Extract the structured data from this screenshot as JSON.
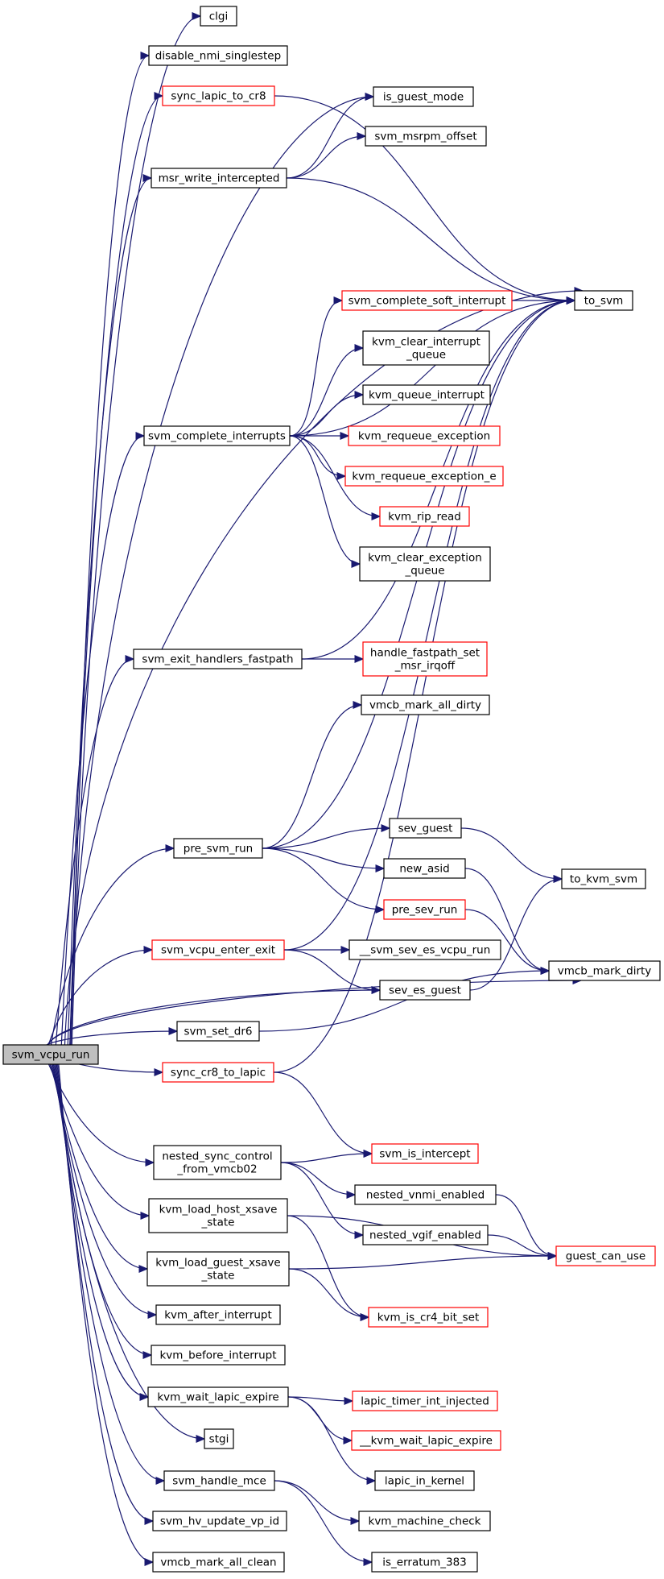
{
  "diagram": {
    "root": "svm_vcpu_run",
    "nodes": [
      {
        "id": "svm_vcpu_run",
        "lines": [
          "svm_vcpu_run"
        ],
        "root": true
      },
      {
        "id": "clgi",
        "lines": [
          "clgi"
        ]
      },
      {
        "id": "disable_nmi_singlestep",
        "lines": [
          "disable_nmi_singlestep"
        ]
      },
      {
        "id": "sync_lapic_to_cr8",
        "lines": [
          "sync_lapic_to_cr8"
        ],
        "red": true
      },
      {
        "id": "is_guest_mode",
        "lines": [
          "is_guest_mode"
        ]
      },
      {
        "id": "svm_msrpm_offset",
        "lines": [
          "svm_msrpm_offset"
        ]
      },
      {
        "id": "msr_write_intercepted",
        "lines": [
          "msr_write_intercepted"
        ]
      },
      {
        "id": "to_svm",
        "lines": [
          "to_svm"
        ]
      },
      {
        "id": "svm_complete_soft_interrupt",
        "lines": [
          "svm_complete_soft_interrupt"
        ],
        "red": true
      },
      {
        "id": "kvm_clear_interrupt_queue",
        "lines": [
          "kvm_clear_interrupt",
          "_queue"
        ]
      },
      {
        "id": "kvm_queue_interrupt",
        "lines": [
          "kvm_queue_interrupt"
        ]
      },
      {
        "id": "svm_complete_interrupts",
        "lines": [
          "svm_complete_interrupts"
        ]
      },
      {
        "id": "kvm_requeue_exception",
        "lines": [
          "kvm_requeue_exception"
        ],
        "red": true
      },
      {
        "id": "kvm_requeue_exception_e",
        "lines": [
          "kvm_requeue_exception_e"
        ],
        "red": true
      },
      {
        "id": "kvm_rip_read",
        "lines": [
          "kvm_rip_read"
        ],
        "red": true
      },
      {
        "id": "kvm_clear_exception_queue",
        "lines": [
          "kvm_clear_exception",
          "_queue"
        ]
      },
      {
        "id": "svm_exit_handlers_fastpath",
        "lines": [
          "svm_exit_handlers_fastpath"
        ]
      },
      {
        "id": "handle_fastpath_set_msr_irqoff",
        "lines": [
          "handle_fastpath_set",
          "_msr_irqoff"
        ],
        "red": true
      },
      {
        "id": "vmcb_mark_all_dirty",
        "lines": [
          "vmcb_mark_all_dirty"
        ]
      },
      {
        "id": "pre_svm_run",
        "lines": [
          "pre_svm_run"
        ]
      },
      {
        "id": "sev_guest",
        "lines": [
          "sev_guest"
        ]
      },
      {
        "id": "to_kvm_svm",
        "lines": [
          "to_kvm_svm"
        ]
      },
      {
        "id": "new_asid",
        "lines": [
          "new_asid"
        ]
      },
      {
        "id": "pre_sev_run",
        "lines": [
          "pre_sev_run"
        ],
        "red": true
      },
      {
        "id": "svm_vcpu_enter_exit",
        "lines": [
          "svm_vcpu_enter_exit"
        ],
        "red": true
      },
      {
        "id": "__svm_sev_es_vcpu_run",
        "lines": [
          "__svm_sev_es_vcpu_run"
        ]
      },
      {
        "id": "vmcb_mark_dirty",
        "lines": [
          "vmcb_mark_dirty"
        ]
      },
      {
        "id": "sev_es_guest",
        "lines": [
          "sev_es_guest"
        ]
      },
      {
        "id": "svm_set_dr6",
        "lines": [
          "svm_set_dr6"
        ]
      },
      {
        "id": "sync_cr8_to_lapic",
        "lines": [
          "sync_cr8_to_lapic"
        ],
        "red": true
      },
      {
        "id": "nested_sync_control_from_vmcb02",
        "lines": [
          "nested_sync_control",
          "_from_vmcb02"
        ]
      },
      {
        "id": "svm_is_intercept",
        "lines": [
          "svm_is_intercept"
        ],
        "red": true
      },
      {
        "id": "nested_vnmi_enabled",
        "lines": [
          "nested_vnmi_enabled"
        ]
      },
      {
        "id": "kvm_load_host_xsave_state",
        "lines": [
          "kvm_load_host_xsave",
          "_state"
        ]
      },
      {
        "id": "nested_vgif_enabled",
        "lines": [
          "nested_vgif_enabled"
        ]
      },
      {
        "id": "guest_can_use",
        "lines": [
          "guest_can_use"
        ],
        "red": true
      },
      {
        "id": "kvm_load_guest_xsave_state",
        "lines": [
          "kvm_load_guest_xsave",
          "_state"
        ]
      },
      {
        "id": "kvm_is_cr4_bit_set",
        "lines": [
          "kvm_is_cr4_bit_set"
        ],
        "red": true
      },
      {
        "id": "kvm_after_interrupt",
        "lines": [
          "kvm_after_interrupt"
        ]
      },
      {
        "id": "kvm_before_interrupt",
        "lines": [
          "kvm_before_interrupt"
        ]
      },
      {
        "id": "kvm_wait_lapic_expire",
        "lines": [
          "kvm_wait_lapic_expire"
        ]
      },
      {
        "id": "lapic_timer_int_injected",
        "lines": [
          "lapic_timer_int_injected"
        ],
        "red": true
      },
      {
        "id": "__kvm_wait_lapic_expire",
        "lines": [
          "__kvm_wait_lapic_expire"
        ],
        "red": true
      },
      {
        "id": "stgi",
        "lines": [
          "stgi"
        ]
      },
      {
        "id": "lapic_in_kernel",
        "lines": [
          "lapic_in_kernel"
        ]
      },
      {
        "id": "svm_handle_mce",
        "lines": [
          "svm_handle_mce"
        ]
      },
      {
        "id": "kvm_machine_check",
        "lines": [
          "kvm_machine_check"
        ]
      },
      {
        "id": "svm_hv_update_vp_id",
        "lines": [
          "svm_hv_update_vp_id"
        ]
      },
      {
        "id": "is_erratum_383",
        "lines": [
          "is_erratum_383"
        ]
      },
      {
        "id": "vmcb_mark_all_clean",
        "lines": [
          "vmcb_mark_all_clean"
        ]
      }
    ],
    "edges": [
      [
        "svm_vcpu_run",
        "clgi"
      ],
      [
        "svm_vcpu_run",
        "disable_nmi_singlestep"
      ],
      [
        "svm_vcpu_run",
        "sync_lapic_to_cr8"
      ],
      [
        "svm_vcpu_run",
        "is_guest_mode"
      ],
      [
        "svm_vcpu_run",
        "msr_write_intercepted"
      ],
      [
        "svm_vcpu_run",
        "to_svm"
      ],
      [
        "svm_vcpu_run",
        "svm_complete_interrupts"
      ],
      [
        "svm_vcpu_run",
        "svm_exit_handlers_fastpath"
      ],
      [
        "svm_vcpu_run",
        "pre_svm_run"
      ],
      [
        "svm_vcpu_run",
        "svm_vcpu_enter_exit"
      ],
      [
        "svm_vcpu_run",
        "sev_es_guest"
      ],
      [
        "svm_vcpu_run",
        "svm_set_dr6"
      ],
      [
        "svm_vcpu_run",
        "sync_cr8_to_lapic"
      ],
      [
        "svm_vcpu_run",
        "vmcb_mark_dirty"
      ],
      [
        "svm_vcpu_run",
        "nested_sync_control_from_vmcb02"
      ],
      [
        "svm_vcpu_run",
        "kvm_load_host_xsave_state"
      ],
      [
        "svm_vcpu_run",
        "kvm_load_guest_xsave_state"
      ],
      [
        "svm_vcpu_run",
        "kvm_after_interrupt"
      ],
      [
        "svm_vcpu_run",
        "kvm_before_interrupt"
      ],
      [
        "svm_vcpu_run",
        "kvm_wait_lapic_expire"
      ],
      [
        "svm_vcpu_run",
        "stgi"
      ],
      [
        "svm_vcpu_run",
        "svm_handle_mce"
      ],
      [
        "svm_vcpu_run",
        "svm_hv_update_vp_id"
      ],
      [
        "svm_vcpu_run",
        "vmcb_mark_all_clean"
      ],
      [
        "sync_lapic_to_cr8",
        "to_svm"
      ],
      [
        "msr_write_intercepted",
        "is_guest_mode"
      ],
      [
        "msr_write_intercepted",
        "svm_msrpm_offset"
      ],
      [
        "msr_write_intercepted",
        "to_svm"
      ],
      [
        "svm_complete_interrupts",
        "to_svm"
      ],
      [
        "svm_complete_interrupts",
        "svm_complete_soft_interrupt"
      ],
      [
        "svm_complete_interrupts",
        "kvm_clear_interrupt_queue"
      ],
      [
        "svm_complete_interrupts",
        "kvm_queue_interrupt"
      ],
      [
        "svm_complete_interrupts",
        "kvm_requeue_exception"
      ],
      [
        "svm_complete_interrupts",
        "kvm_requeue_exception_e"
      ],
      [
        "svm_complete_interrupts",
        "kvm_rip_read"
      ],
      [
        "svm_complete_interrupts",
        "kvm_clear_exception_queue"
      ],
      [
        "svm_complete_soft_interrupt",
        "to_svm"
      ],
      [
        "svm_exit_handlers_fastpath",
        "to_svm"
      ],
      [
        "svm_exit_handlers_fastpath",
        "handle_fastpath_set_msr_irqoff"
      ],
      [
        "pre_svm_run",
        "vmcb_mark_all_dirty"
      ],
      [
        "pre_svm_run",
        "to_svm"
      ],
      [
        "pre_svm_run",
        "sev_guest"
      ],
      [
        "pre_svm_run",
        "new_asid"
      ],
      [
        "pre_svm_run",
        "pre_sev_run"
      ],
      [
        "sev_guest",
        "to_kvm_svm"
      ],
      [
        "new_asid",
        "vmcb_mark_dirty"
      ],
      [
        "pre_sev_run",
        "vmcb_mark_dirty"
      ],
      [
        "svm_vcpu_enter_exit",
        "to_svm"
      ],
      [
        "svm_vcpu_enter_exit",
        "__svm_sev_es_vcpu_run"
      ],
      [
        "svm_vcpu_enter_exit",
        "sev_es_guest"
      ],
      [
        "sev_es_guest",
        "to_kvm_svm"
      ],
      [
        "svm_set_dr6",
        "vmcb_mark_dirty"
      ],
      [
        "sync_cr8_to_lapic",
        "to_svm"
      ],
      [
        "sync_cr8_to_lapic",
        "svm_is_intercept"
      ],
      [
        "nested_sync_control_from_vmcb02",
        "svm_is_intercept"
      ],
      [
        "nested_sync_control_from_vmcb02",
        "nested_vnmi_enabled"
      ],
      [
        "nested_sync_control_from_vmcb02",
        "nested_vgif_enabled"
      ],
      [
        "nested_vnmi_enabled",
        "guest_can_use"
      ],
      [
        "nested_vgif_enabled",
        "guest_can_use"
      ],
      [
        "kvm_load_host_xsave_state",
        "guest_can_use"
      ],
      [
        "kvm_load_host_xsave_state",
        "kvm_is_cr4_bit_set"
      ],
      [
        "kvm_load_guest_xsave_state",
        "kvm_is_cr4_bit_set"
      ],
      [
        "kvm_load_guest_xsave_state",
        "guest_can_use"
      ],
      [
        "kvm_wait_lapic_expire",
        "lapic_timer_int_injected"
      ],
      [
        "kvm_wait_lapic_expire",
        "__kvm_wait_lapic_expire"
      ],
      [
        "kvm_wait_lapic_expire",
        "lapic_in_kernel"
      ],
      [
        "svm_handle_mce",
        "kvm_machine_check"
      ],
      [
        "svm_handle_mce",
        "is_erratum_383"
      ]
    ]
  }
}
